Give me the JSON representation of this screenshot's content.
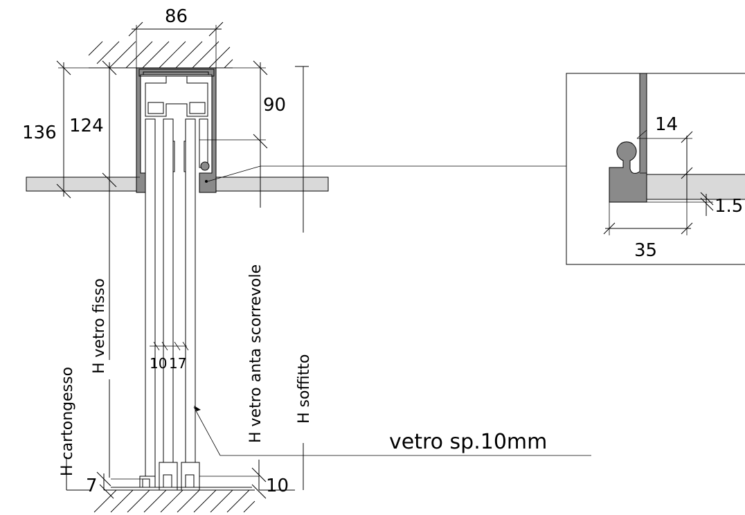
{
  "dimensions": {
    "profile_width": "86",
    "total_height": "136",
    "profile_height": "124",
    "inner_height": "90",
    "glass_gap_a": "10",
    "glass_gap_b": "17",
    "bottom_left": "7",
    "bottom_right": "10"
  },
  "height_labels": {
    "cartongesso": "H cartongesso",
    "vetro_fisso": "H vetro fisso",
    "vetro_anta": "H vetro anta scorrevole",
    "soffitto": "H soffitto"
  },
  "callout": {
    "glass": "vetro sp.10mm"
  },
  "detail": {
    "dim_height": "14",
    "dim_width": "35",
    "dim_thickness": "1.5"
  }
}
